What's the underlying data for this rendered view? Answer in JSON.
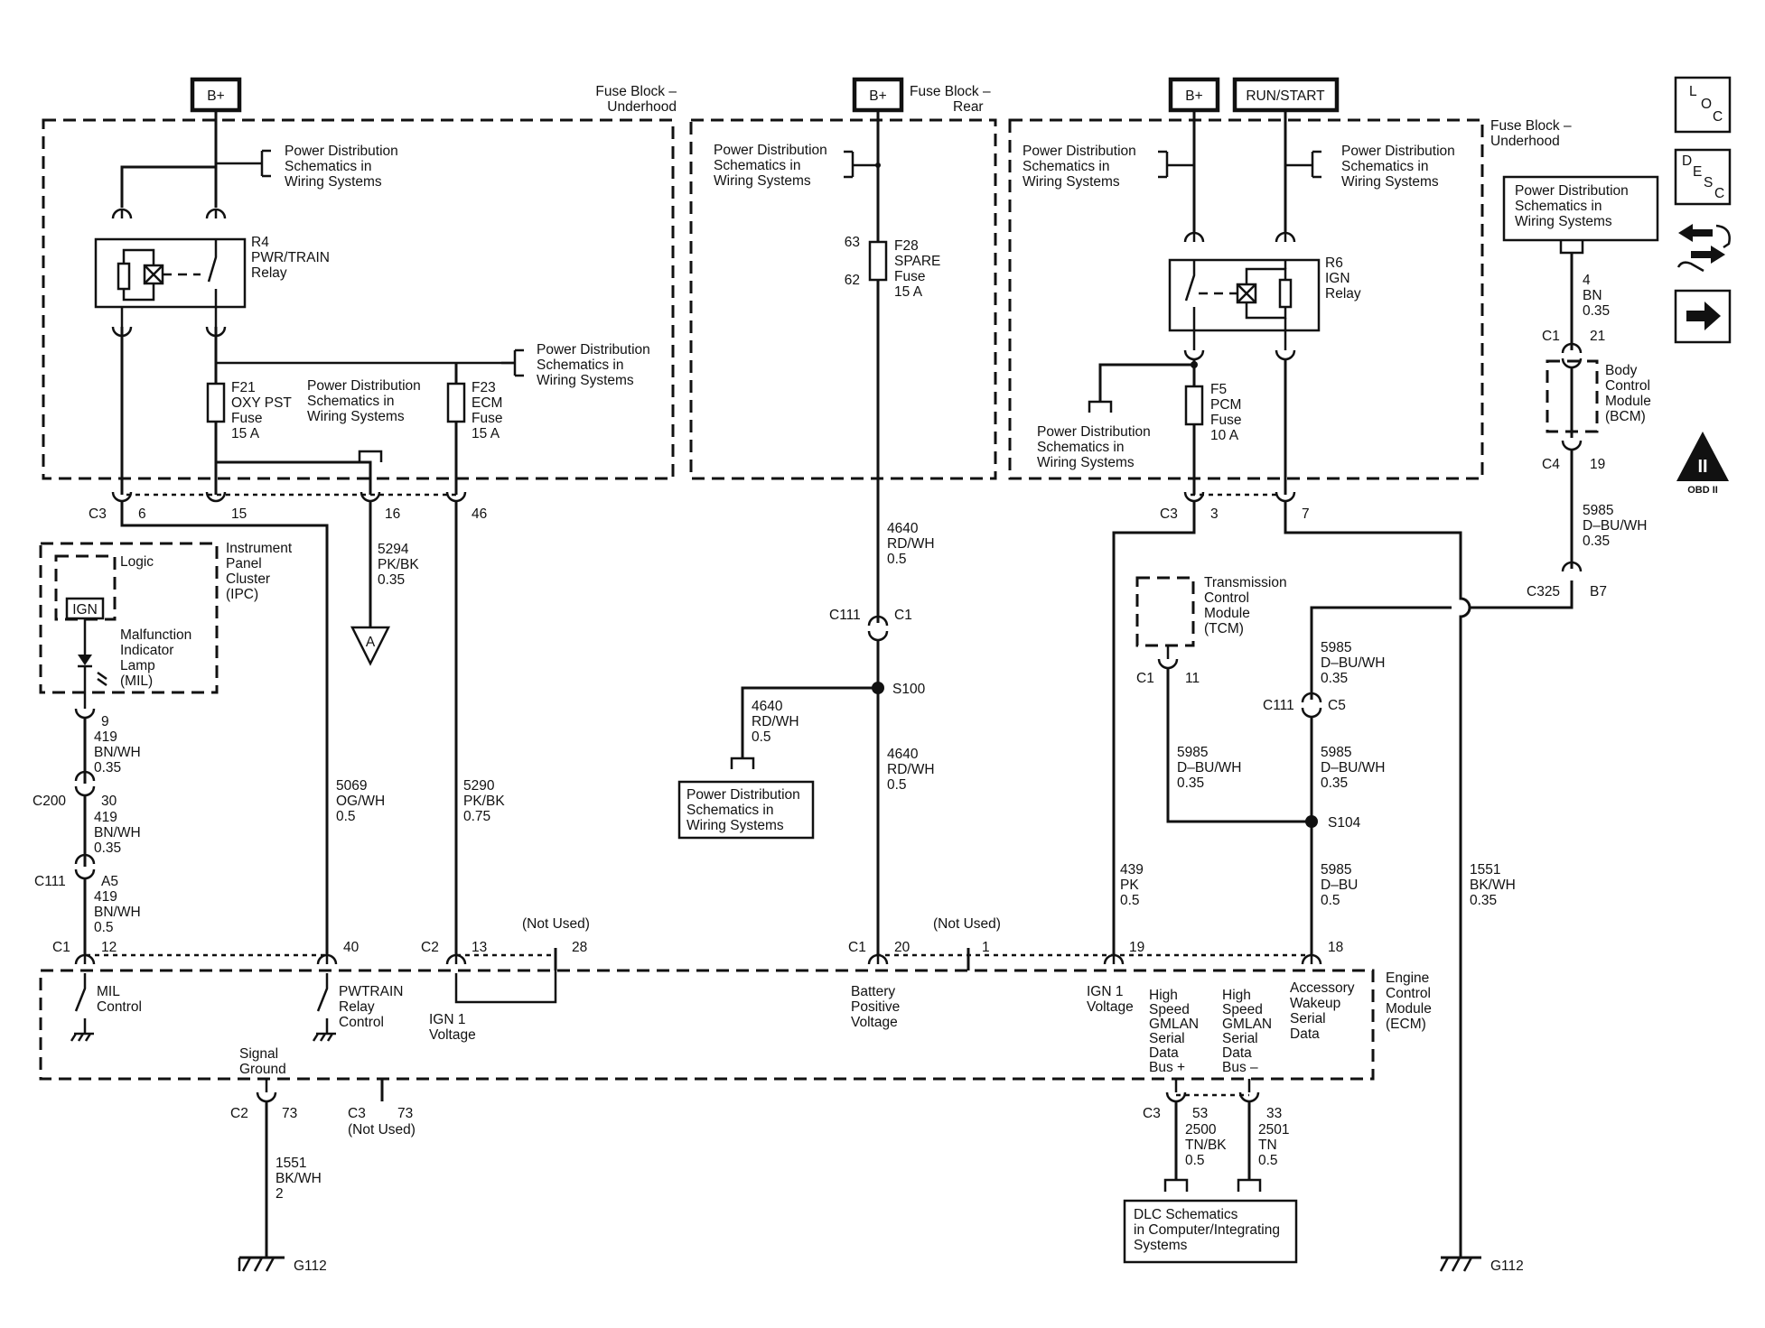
{
  "supplies": {
    "bplus_1": "B+",
    "bplus_2": "B+",
    "bplus_3": "B+",
    "run_start": "RUN/START"
  },
  "fuse_blocks": {
    "underhood_1": "Fuse Block –",
    "underhood_2": "Underhood",
    "rear_1": "Fuse Block –",
    "rear_2": "Rear",
    "underhood_b_1": "Fuse Block –",
    "underhood_b_2": "Underhood"
  },
  "pds_ref": {
    "line1": "Power Distribution",
    "line2": "Schematics in",
    "line3": "Wiring Systems"
  },
  "relays": {
    "r4": [
      "R4",
      "PWR/TRAIN",
      "Relay"
    ],
    "r6": [
      "R6",
      "IGN",
      "Relay"
    ]
  },
  "fuses": {
    "f21": [
      "F21",
      "OXY PST",
      "Fuse",
      "15 A"
    ],
    "f23": [
      "F23",
      "ECM",
      "Fuse",
      "15 A"
    ],
    "f28": [
      "F28",
      "SPARE",
      "Fuse",
      "15 A"
    ],
    "f28_pin_top": "63",
    "f28_pin_bot": "62",
    "f5": [
      "F5",
      "PCM",
      "Fuse",
      "10 A"
    ]
  },
  "connectors": {
    "c3": "C3",
    "c3_pins": [
      "6",
      "15",
      "16",
      "46"
    ],
    "c3_right": "C3",
    "c3_right_pins": [
      "3",
      "7"
    ],
    "c1_top": "C1",
    "c1_top_pin": "21",
    "c4": "C4",
    "c4_pin": "19",
    "c325": "C325",
    "c325_pin": "B7",
    "c111_mid": "C111",
    "c111_mid_pin": "C1",
    "c111_right": "C111",
    "c111_right_pin": "C5",
    "c1_tcm": "C1",
    "c1_tcm_pin": "11",
    "ipc_pin": "9",
    "c200": "C200",
    "c200_pin": "30",
    "c111_left": "C111",
    "c111_left_pin": "A5",
    "ecm_c1": "C1",
    "ecm_c1_pins": [
      "12",
      "40"
    ],
    "ecm_c2": "C2",
    "ecm_c2_pins": [
      "13",
      "28"
    ],
    "ecm_c1b": "C1",
    "ecm_c1b_pins": [
      "20",
      "1",
      "19",
      "18"
    ],
    "not_used": "(Not Used)",
    "gnd_c2": "C2",
    "gnd_c2_pin": "73",
    "gnd_c3": "C3",
    "gnd_c3_pin": "73",
    "dlc_c3": "C3",
    "dlc_pins": [
      "53",
      "33"
    ]
  },
  "splices": {
    "s100": "S100",
    "s104": "S104"
  },
  "wires": {
    "w5294": [
      "5294",
      "PK/BK",
      "0.35"
    ],
    "w419a": [
      "419",
      "BN/WH",
      "0.35"
    ],
    "w419b": [
      "419",
      "BN/WH",
      "0.35"
    ],
    "w419c": [
      "419",
      "BN/WH",
      "0.5"
    ],
    "w5069": [
      "5069",
      "OG/WH",
      "0.5"
    ],
    "w5290": [
      "5290",
      "PK/BK",
      "0.75"
    ],
    "w4640a": [
      "4640",
      "RD/WH",
      "0.5"
    ],
    "w4640b": [
      "4640",
      "RD/WH",
      "0.5"
    ],
    "w4640c": [
      "4640",
      "RD/WH",
      "0.5"
    ],
    "w4bn": [
      "4",
      "BN",
      "0.35"
    ],
    "w5985a": [
      "5985",
      "D–BU/WH",
      "0.35"
    ],
    "w5985b": [
      "5985",
      "D–BU/WH",
      "0.35"
    ],
    "w5985c": [
      "5985",
      "D–BU/WH",
      "0.35"
    ],
    "w5985d": [
      "5985",
      "D–BU/WH",
      "0.35"
    ],
    "w5985e": [
      "5985",
      "D–BU",
      "0.5"
    ],
    "w439": [
      "439",
      "PK",
      "0.5"
    ],
    "w1551a": [
      "1551",
      "BK/WH",
      "0.35"
    ],
    "w1551b": [
      "1551",
      "BK/WH",
      "2"
    ],
    "w2500": [
      "2500",
      "TN/BK",
      "0.5"
    ],
    "w2501": [
      "2501",
      "TN",
      "0.5"
    ]
  },
  "modules": {
    "ipc": [
      "Instrument",
      "Panel",
      "Cluster",
      "(IPC)"
    ],
    "logic": "Logic",
    "ign": "IGN",
    "mil": [
      "Malfunction",
      "Indicator",
      "Lamp",
      "(MIL)"
    ],
    "bcm": [
      "Body",
      "Control",
      "Module",
      "(BCM)"
    ],
    "tcm": [
      "Transmission",
      "Control",
      "Module",
      "(TCM)"
    ],
    "ecm": [
      "Engine",
      "Control",
      "Module",
      "(ECM)"
    ]
  },
  "ecm_functions": {
    "mil_control": [
      "MIL",
      "Control"
    ],
    "pwtrain": [
      "PWTRAIN",
      "Relay",
      "Control"
    ],
    "ign1_left": [
      "IGN 1",
      "Voltage"
    ],
    "battery": [
      "Battery",
      "Positive",
      "Voltage"
    ],
    "ign1_right": [
      "IGN 1",
      "Voltage"
    ],
    "gmlan_plus": [
      "High",
      "Speed",
      "GMLAN",
      "Serial",
      "Data",
      "Bus +"
    ],
    "gmlan_minus": [
      "High",
      "Speed",
      "GMLAN",
      "Serial",
      "Data",
      "Bus –"
    ],
    "wakeup": [
      "Accessory",
      "Wakeup",
      "Serial",
      "Data"
    ],
    "signal_ground": [
      "Signal",
      "Ground"
    ]
  },
  "grounds": {
    "g112_left": "G112",
    "g112_right": "G112"
  },
  "offpage": {
    "a": "A"
  },
  "dlc_ref": [
    "DLC Schematics",
    "in Computer/Integrating",
    "Systems"
  ],
  "side_icons": {
    "loc": [
      "L",
      "O",
      "C"
    ],
    "desc": [
      "D",
      "E",
      "S",
      "C"
    ],
    "obd": "OBD II",
    "obd_mark": "II"
  }
}
